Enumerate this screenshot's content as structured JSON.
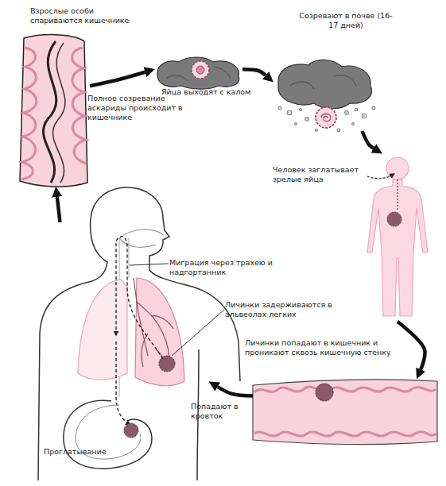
{
  "diagram": {
    "nodes": [
      {
        "text": [
          "Взрослые особи спариваются кишечнике",
          "Полное созревание аскариды происходит в кишечнике"
        ]
      },
      {
        "text": [
          "Яйца выходят с калом"
        ]
      },
      {
        "text": [
          "Созревают в почве (16-17 дней)"
        ]
      },
      {
        "text": [
          "Человек заглатывает зрелые яйца"
        ]
      },
      {
        "text": [
          "Личинки попадают в кишечник и проникают сквозь кишечную стенку"
        ]
      },
      {
        "text": [
          "Миграция через трахею и надгортанник",
          "Личинки задерживаются в альвеолах легких",
          "Проглатывание"
        ]
      }
    ],
    "edges": [
      {
        "from": 0,
        "to": 1,
        "arrow": "to"
      },
      {
        "from": 1,
        "to": 2,
        "arrow": "to"
      },
      {
        "from": 2,
        "to": 3,
        "arrow": "to"
      },
      {
        "from": 3,
        "to": 4,
        "arrow": "to"
      },
      {
        "from": 4,
        "to": 5,
        "label": "Попадают в кровток",
        "arrow": "to"
      },
      {
        "from": 5,
        "to": 0,
        "arrow": "to"
      }
    ]
  }
}
